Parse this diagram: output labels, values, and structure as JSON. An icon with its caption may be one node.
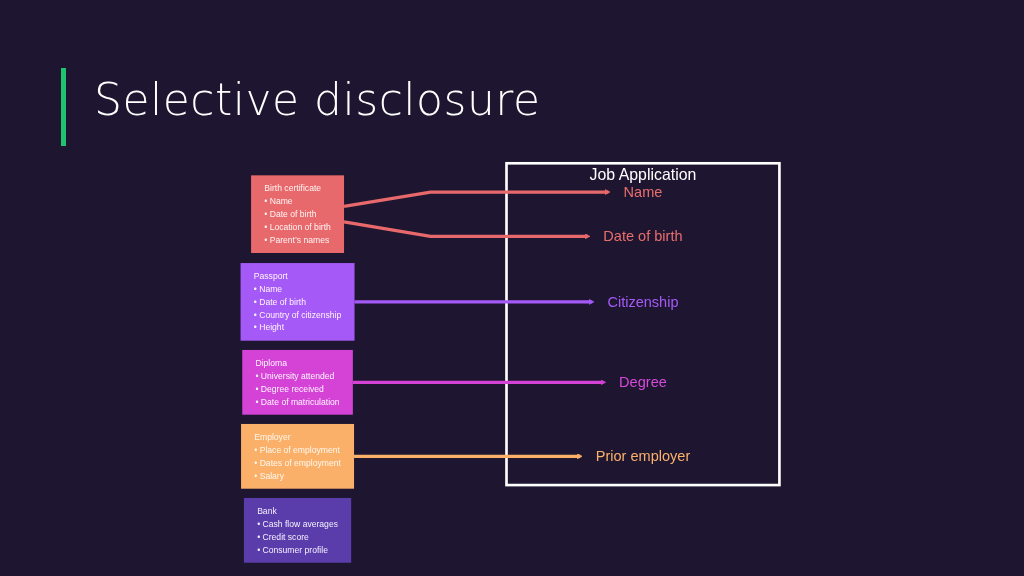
{
  "diagram": {
    "title": "Selective disclosure",
    "nodes": [
      {
        "text": [
          "Birth certificate",
          "• Name",
          "• Date of birth",
          "• Location of birth",
          "• Parent’s names"
        ]
      },
      {
        "text": [
          "Passport",
          "• Name",
          "• Date of birth",
          "• Country of citizenship",
          "• Height"
        ]
      },
      {
        "text": [
          "Diploma",
          "• University attended",
          "• Degree received",
          "• Date of matriculation"
        ]
      },
      {
        "text": [
          "Employer",
          "• Place of employment",
          "• Dates of employment",
          "• Salary"
        ]
      },
      {
        "text": [
          "Bank",
          "• Cash flow averages",
          "• Credit score",
          "• Consumer profile"
        ]
      },
      {
        "text": [
          "Job Application"
        ]
      },
      {
        "text": [
          "Name"
        ],
        "in": 5
      },
      {
        "text": [
          "Date of birth"
        ],
        "in": 5
      },
      {
        "text": [
          "Citizenship"
        ],
        "in": 5
      },
      {
        "text": [
          "Degree"
        ],
        "in": 5
      },
      {
        "text": [
          "Prior employer"
        ],
        "in": 5
      }
    ],
    "edges": [
      {
        "from": 0,
        "to": 6,
        "arrow": "to",
        "color": "#e8696b"
      },
      {
        "from": 0,
        "to": 7,
        "arrow": "to",
        "color": "#e8696b"
      },
      {
        "from": 1,
        "to": 8,
        "arrow": "to",
        "color": "#a55af7"
      },
      {
        "from": 2,
        "to": 9,
        "arrow": "to",
        "color": "#d443d6"
      },
      {
        "from": 3,
        "to": 10,
        "arrow": "to",
        "color": "#fbb06a"
      }
    ]
  }
}
